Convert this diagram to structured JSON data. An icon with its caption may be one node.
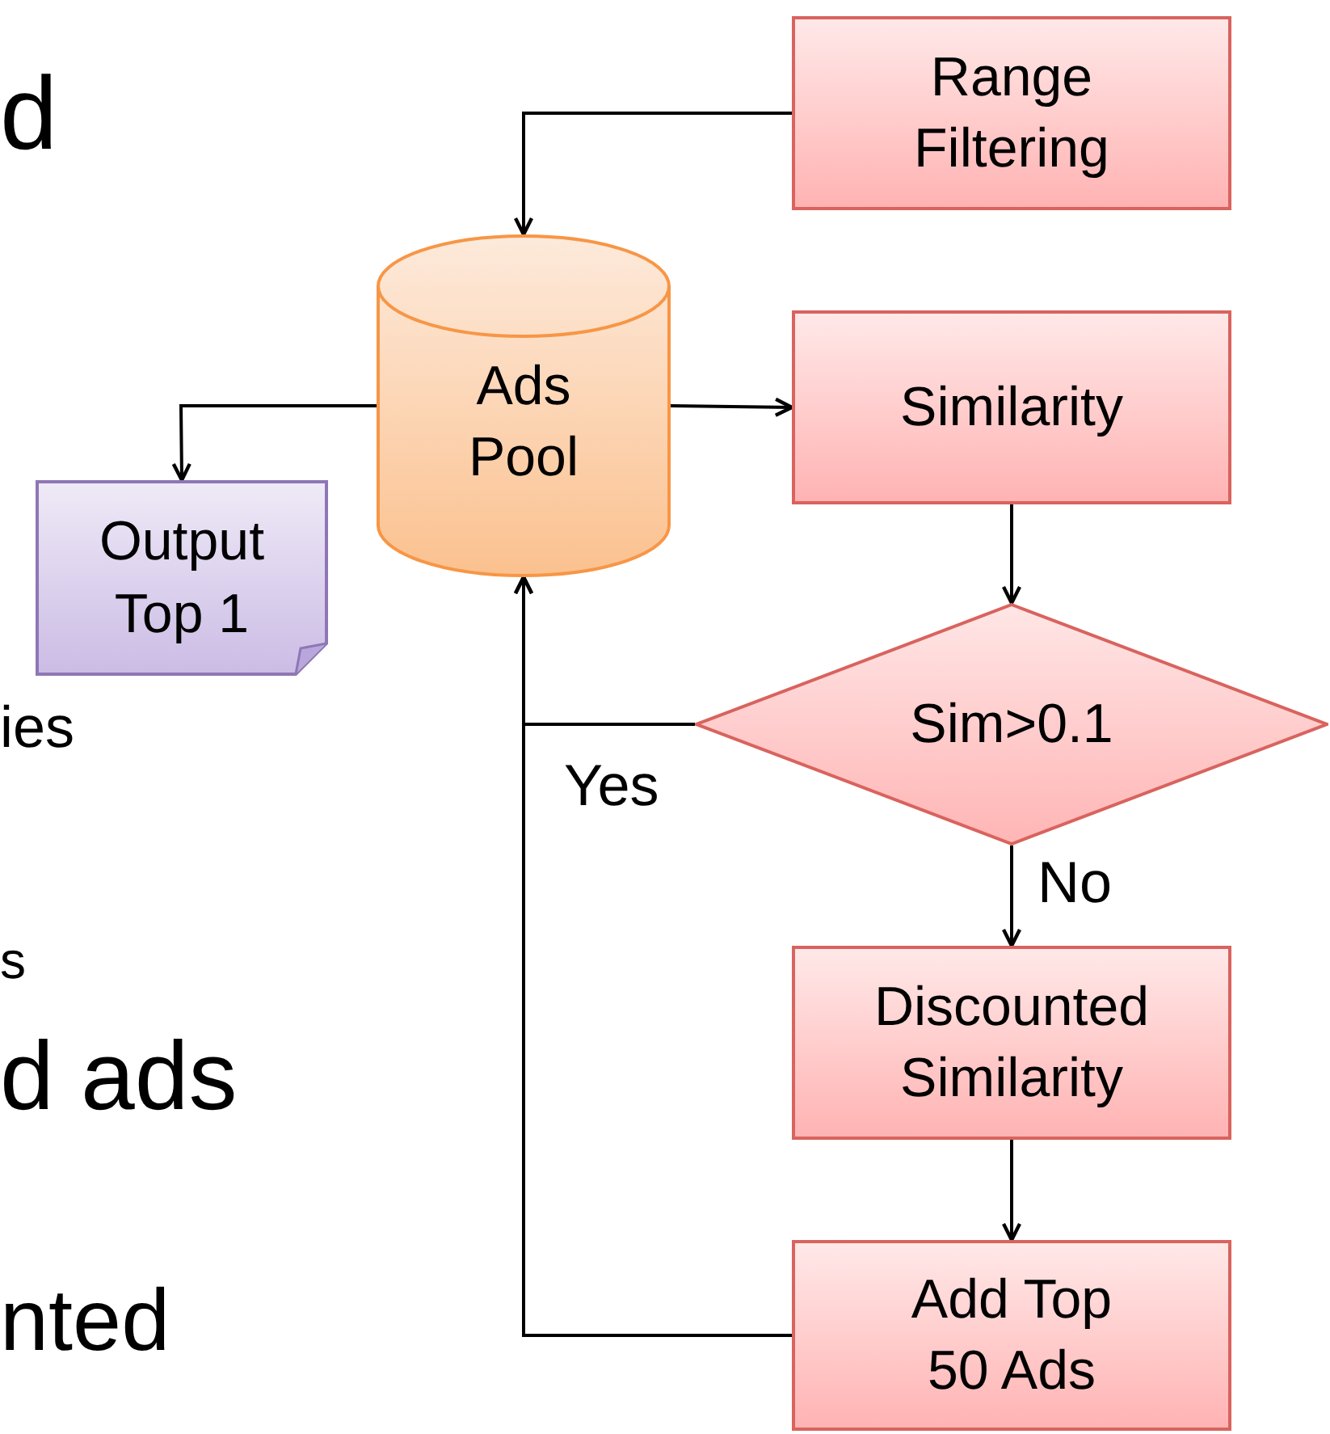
{
  "diagram": {
    "nodes": [
      {
        "text": [
          "Range Filtering"
        ]
      },
      {
        "text": [
          "Ads Pool"
        ]
      },
      {
        "text": [
          "Output Top 1"
        ]
      },
      {
        "text": [
          "Similarity"
        ]
      },
      {
        "text": [
          "Sim>0.1"
        ]
      },
      {
        "text": [
          "Discounted Similarity"
        ]
      },
      {
        "text": [
          "Add Top 50 Ads"
        ]
      }
    ],
    "edges": [
      {
        "from": 0,
        "to": 1,
        "arrow": "to"
      },
      {
        "from": 1,
        "to": 2,
        "arrow": "to"
      },
      {
        "from": 1,
        "to": 3,
        "arrow": "to"
      },
      {
        "from": 3,
        "to": 4,
        "arrow": "to"
      },
      {
        "from": 4,
        "to": 1,
        "arrow": "to",
        "label": "Yes"
      },
      {
        "from": 4,
        "to": 5,
        "arrow": "to",
        "label": "No"
      },
      {
        "from": 5,
        "to": 6,
        "arrow": "to"
      },
      {
        "from": 6,
        "to": 1,
        "arrow": "to"
      }
    ],
    "labels": [
      "d",
      "ies",
      "s",
      "d ads",
      "nted"
    ]
  }
}
